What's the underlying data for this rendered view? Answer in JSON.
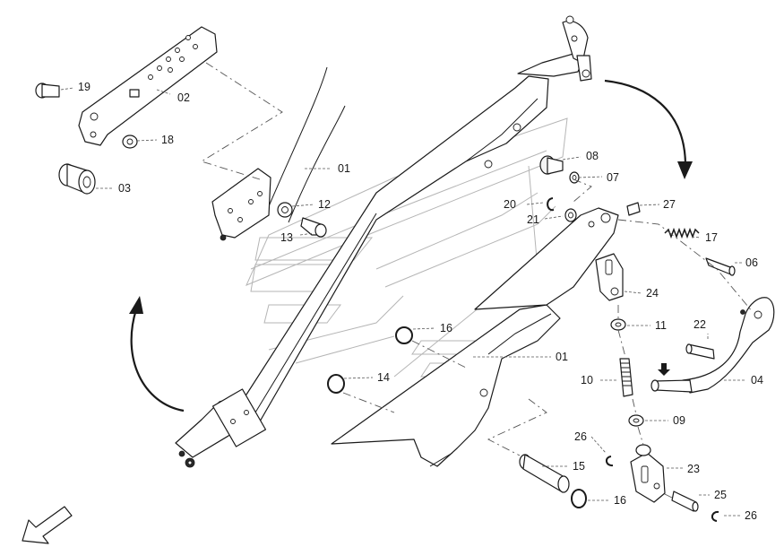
{
  "diagram": {
    "callouts": [
      "19",
      "02",
      "18",
      "03",
      "01",
      "12",
      "13",
      "08",
      "07",
      "20",
      "21",
      "27",
      "17",
      "06",
      "24",
      "11",
      "22",
      "16",
      "14",
      "01",
      "10",
      "04",
      "09",
      "26",
      "15",
      "23",
      "16",
      "25",
      "26"
    ],
    "colors": {
      "line": "#1a1a1a",
      "ghost": "#b5b5b5",
      "background": "#ffffff"
    }
  }
}
